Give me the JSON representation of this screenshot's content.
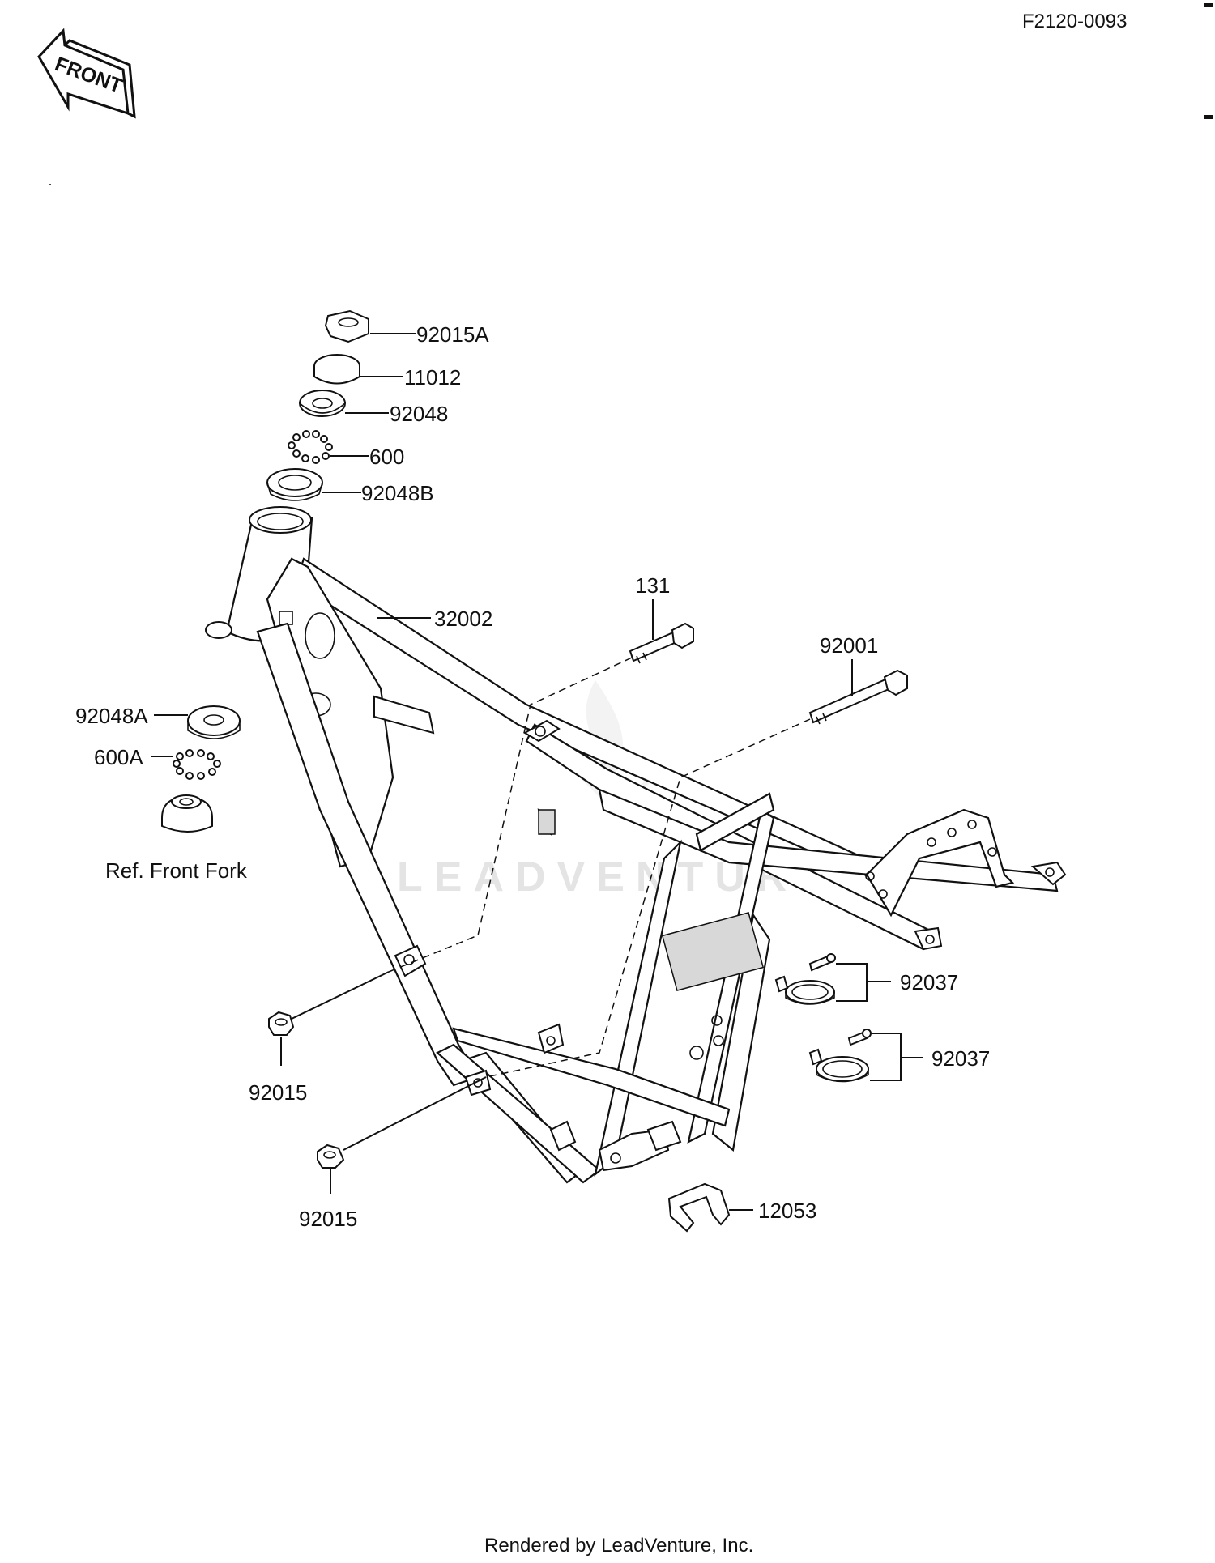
{
  "diagram_code": "F2120-0093",
  "front_arrow_label": "FRONT",
  "watermark": "LEADVENTURE",
  "footer": "Rendered by LeadVenture, Inc.",
  "reference_note": "Ref.  Front Fork",
  "labels": {
    "p92015A": "92015A",
    "p11012": "11012",
    "p92048": "92048",
    "p600": "600",
    "p92048B": "92048B",
    "p32002": "32002",
    "p92048A": "92048A",
    "p600A": "600A",
    "p131": "131",
    "p92001": "92001",
    "p92037a": "92037",
    "p92037b": "92037",
    "p92015a": "92015",
    "p92015b": "92015",
    "p12053": "12053"
  }
}
